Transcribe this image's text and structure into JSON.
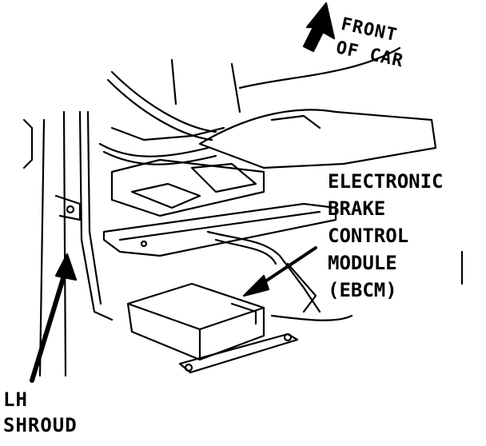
{
  "labels": {
    "front": [
      "FRONT",
      "OF CAR"
    ],
    "module": [
      "ELECTRONIC",
      "BRAKE",
      "CONTROL",
      "MODULE",
      "(EBCM)"
    ],
    "shroud": [
      "LH",
      "SHROUD"
    ]
  },
  "colors": {
    "ink": "#000000",
    "paper": "#ffffff"
  }
}
